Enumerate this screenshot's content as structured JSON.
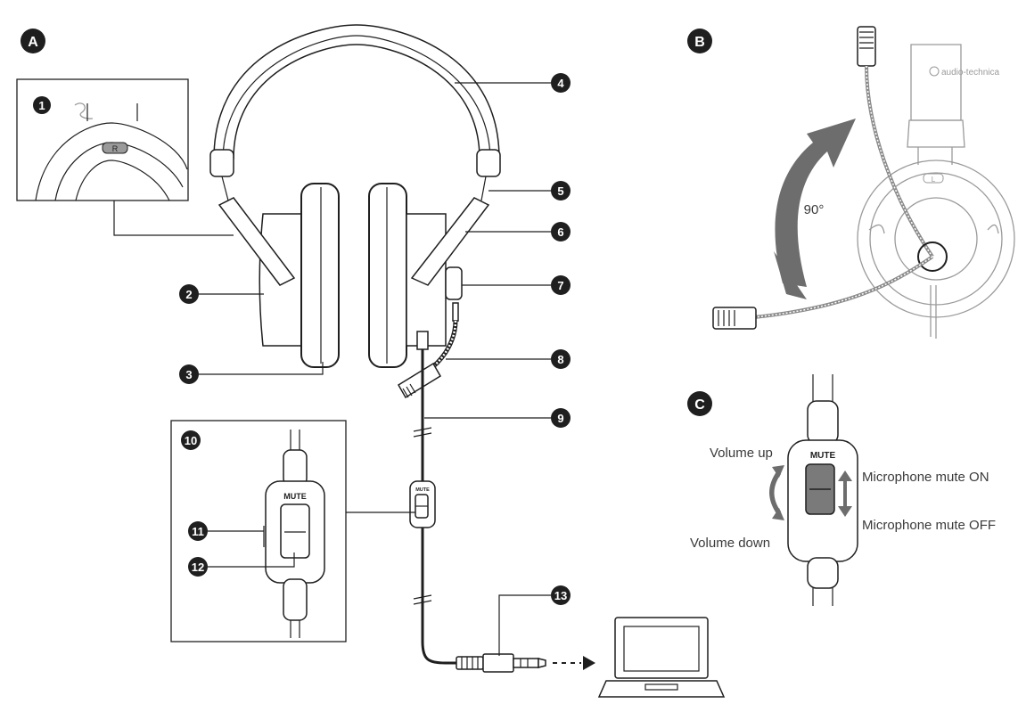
{
  "sections": {
    "a": "A",
    "b": "B",
    "c": "C"
  },
  "callouts": [
    "1",
    "2",
    "3",
    "4",
    "5",
    "6",
    "7",
    "8",
    "9",
    "10",
    "11",
    "12",
    "13"
  ],
  "switch_label": "MUTE",
  "detail_b": {
    "angle": "90°",
    "brand": "audio-technica",
    "side_mark": "L"
  },
  "detail_a": {
    "side_mark": "R"
  },
  "detail_c": {
    "volume_up": "Volume up",
    "volume_down": "Volume down",
    "mute_on": "Microphone mute ON",
    "mute_off": "Microphone mute OFF"
  },
  "colors": {
    "ink": "#1f1f1f",
    "switch_fill": "#7a7a7a",
    "detail_grey": "#9a9a9a"
  }
}
